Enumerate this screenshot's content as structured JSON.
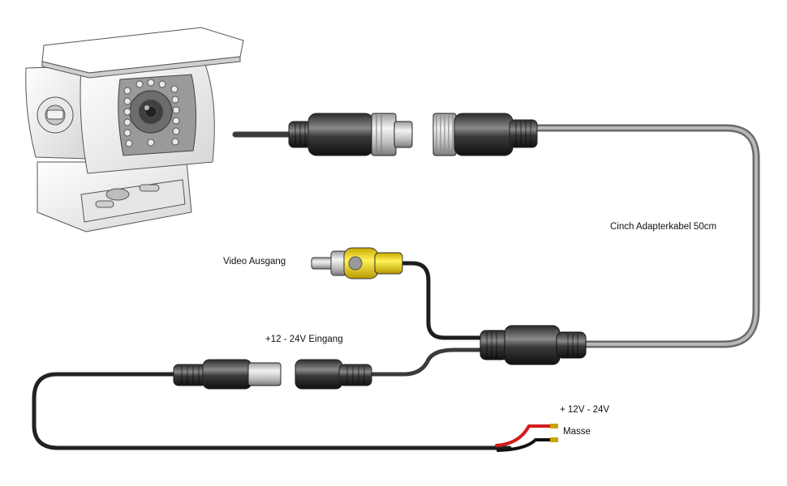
{
  "labels": {
    "adapter_cable": "Cinch Adapterkabel 50cm",
    "video_output": "Video Ausgang",
    "power_input": "+12 - 24V Eingang",
    "plus_voltage": "+ 12V - 24V",
    "ground": "Masse"
  },
  "colors": {
    "cable": "#3a3a3a",
    "cable_gray": "#8e8e8e",
    "rca_yellow": "#f2dc1e",
    "wire_red": "#d21c1c",
    "wire_black": "#111111",
    "camera_body": "#f4f4f4"
  }
}
